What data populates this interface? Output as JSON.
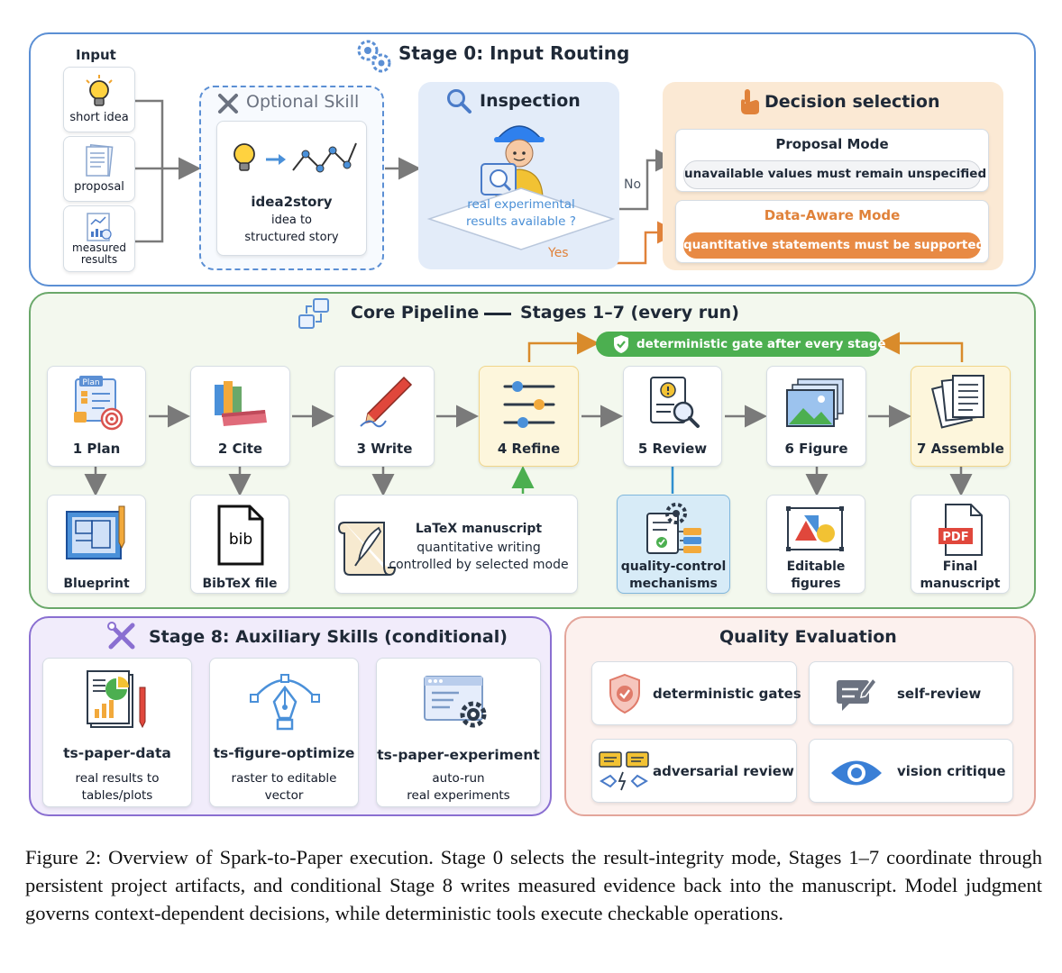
{
  "stage0": {
    "title": "Stage 0:  Input Routing",
    "input_title": "Input",
    "inputs": [
      "short idea",
      "proposal",
      "measured\nresults"
    ],
    "optional_skill": {
      "title": "Optional Skill",
      "name": "idea2story",
      "desc": "idea to\nstructured story"
    },
    "inspection": {
      "title": "Inspection",
      "question": "real experimental\nresults available ?",
      "no": "No",
      "yes": "Yes"
    },
    "decision": {
      "title": "Decision selection",
      "proposal_mode": "Proposal Mode",
      "proposal_rule": "unavailable values must remain unspecified",
      "data_mode": "Data-Aware Mode",
      "data_rule": "quantitative statements must be supported"
    }
  },
  "core": {
    "title": "Core Pipeline",
    "subtitle": "Stages 1–7 (every run)",
    "gate": "deterministic gate after every stage",
    "stages": [
      "1 Plan",
      "2 Cite",
      "3 Write",
      "4 Refine",
      "5 Review",
      "6 Figure",
      "7 Assemble"
    ],
    "plan_icon_text": "Plan",
    "bib_icon_text": "bib",
    "pdf_icon_text": "PDF",
    "outputs": {
      "blueprint": "Blueprint",
      "bibtex": "BibTeX file",
      "latex_title": "LaTeX manuscript",
      "latex_desc": "quantitative writing\ncontrolled by selected mode",
      "qc": "quality-control\nmechanisms",
      "figures": "Editable\nfigures",
      "final": "Final\nmanuscript"
    }
  },
  "stage8": {
    "title": "Stage 8: Auxiliary Skills (conditional)",
    "skills": [
      {
        "name": "ts-paper-data",
        "desc": "real results to\ntables/plots"
      },
      {
        "name": "ts-figure-optimize",
        "desc": "raster to editable\nvector"
      },
      {
        "name": "ts-paper-experiment",
        "desc": "auto-run\nreal experiments"
      }
    ]
  },
  "quality": {
    "title": "Quality Evaluation",
    "items": [
      "deterministic gates",
      "self-review",
      "adversarial review",
      "vision critique"
    ]
  },
  "caption": "Figure 2: Overview of Spark-to-Paper execution. Stage 0 selects the result-integrity mode, Stages 1–7 coordinate through persistent project artifacts, and conditional Stage 8 writes measured evidence back into the manuscript. Model judgment governs context-dependent decisions, while deterministic tools execute checkable operations.",
  "colors": {
    "stage0_border": "#5b8fd4",
    "core_border": "#6aa86a",
    "stage8_border": "#8a6fd1",
    "quality_border": "#e3a59a",
    "accent_orange": "#e0823a",
    "gate_green": "#4caf50"
  }
}
